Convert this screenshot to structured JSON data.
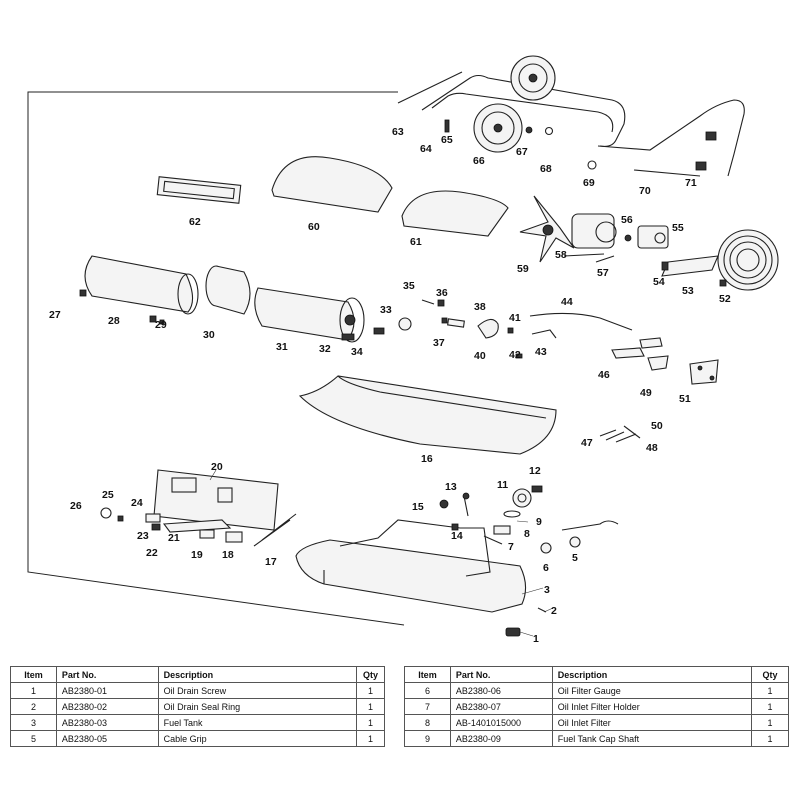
{
  "callouts": [
    "1",
    "2",
    "3",
    "5",
    "6",
    "7",
    "8",
    "9",
    "11",
    "12",
    "13",
    "14",
    "15",
    "16",
    "17",
    "18",
    "19",
    "20",
    "21",
    "22",
    "23",
    "24",
    "25",
    "26",
    "27",
    "28",
    "29",
    "30",
    "31",
    "32",
    "33",
    "34",
    "35",
    "36",
    "37",
    "38",
    "40",
    "41",
    "42",
    "43",
    "44",
    "46",
    "47",
    "48",
    "49",
    "50",
    "51",
    "52",
    "53",
    "54",
    "55",
    "56",
    "57",
    "58",
    "59",
    "60",
    "61",
    "62",
    "63",
    "64",
    "65",
    "66",
    "67",
    "68",
    "69",
    "70",
    "71"
  ],
  "table_headers": {
    "item": "Item",
    "part_no": "Part No.",
    "description": "Description",
    "qty": "Qty"
  },
  "table_left": [
    {
      "item": "1",
      "part_no": "AB2380-01",
      "description": "Oil Drain Screw",
      "qty": "1"
    },
    {
      "item": "2",
      "part_no": "AB2380-02",
      "description": "Oil Drain Seal Ring",
      "qty": "1"
    },
    {
      "item": "3",
      "part_no": "AB2380-03",
      "description": "Fuel Tank",
      "qty": "1"
    },
    {
      "item": "5",
      "part_no": "AB2380-05",
      "description": "Cable Grip",
      "qty": "1"
    }
  ],
  "table_right": [
    {
      "item": "6",
      "part_no": "AB2380-06",
      "description": "Oil Filter Gauge",
      "qty": "1"
    },
    {
      "item": "7",
      "part_no": "AB2380-07",
      "description": "Oil Inlet Filter Holder",
      "qty": "1"
    },
    {
      "item": "8",
      "part_no": "AB-1401015000",
      "description": "Oil Inlet Filter",
      "qty": "1"
    },
    {
      "item": "9",
      "part_no": "AB2380-09",
      "description": "Fuel Tank Cap Shaft",
      "qty": "1"
    }
  ]
}
